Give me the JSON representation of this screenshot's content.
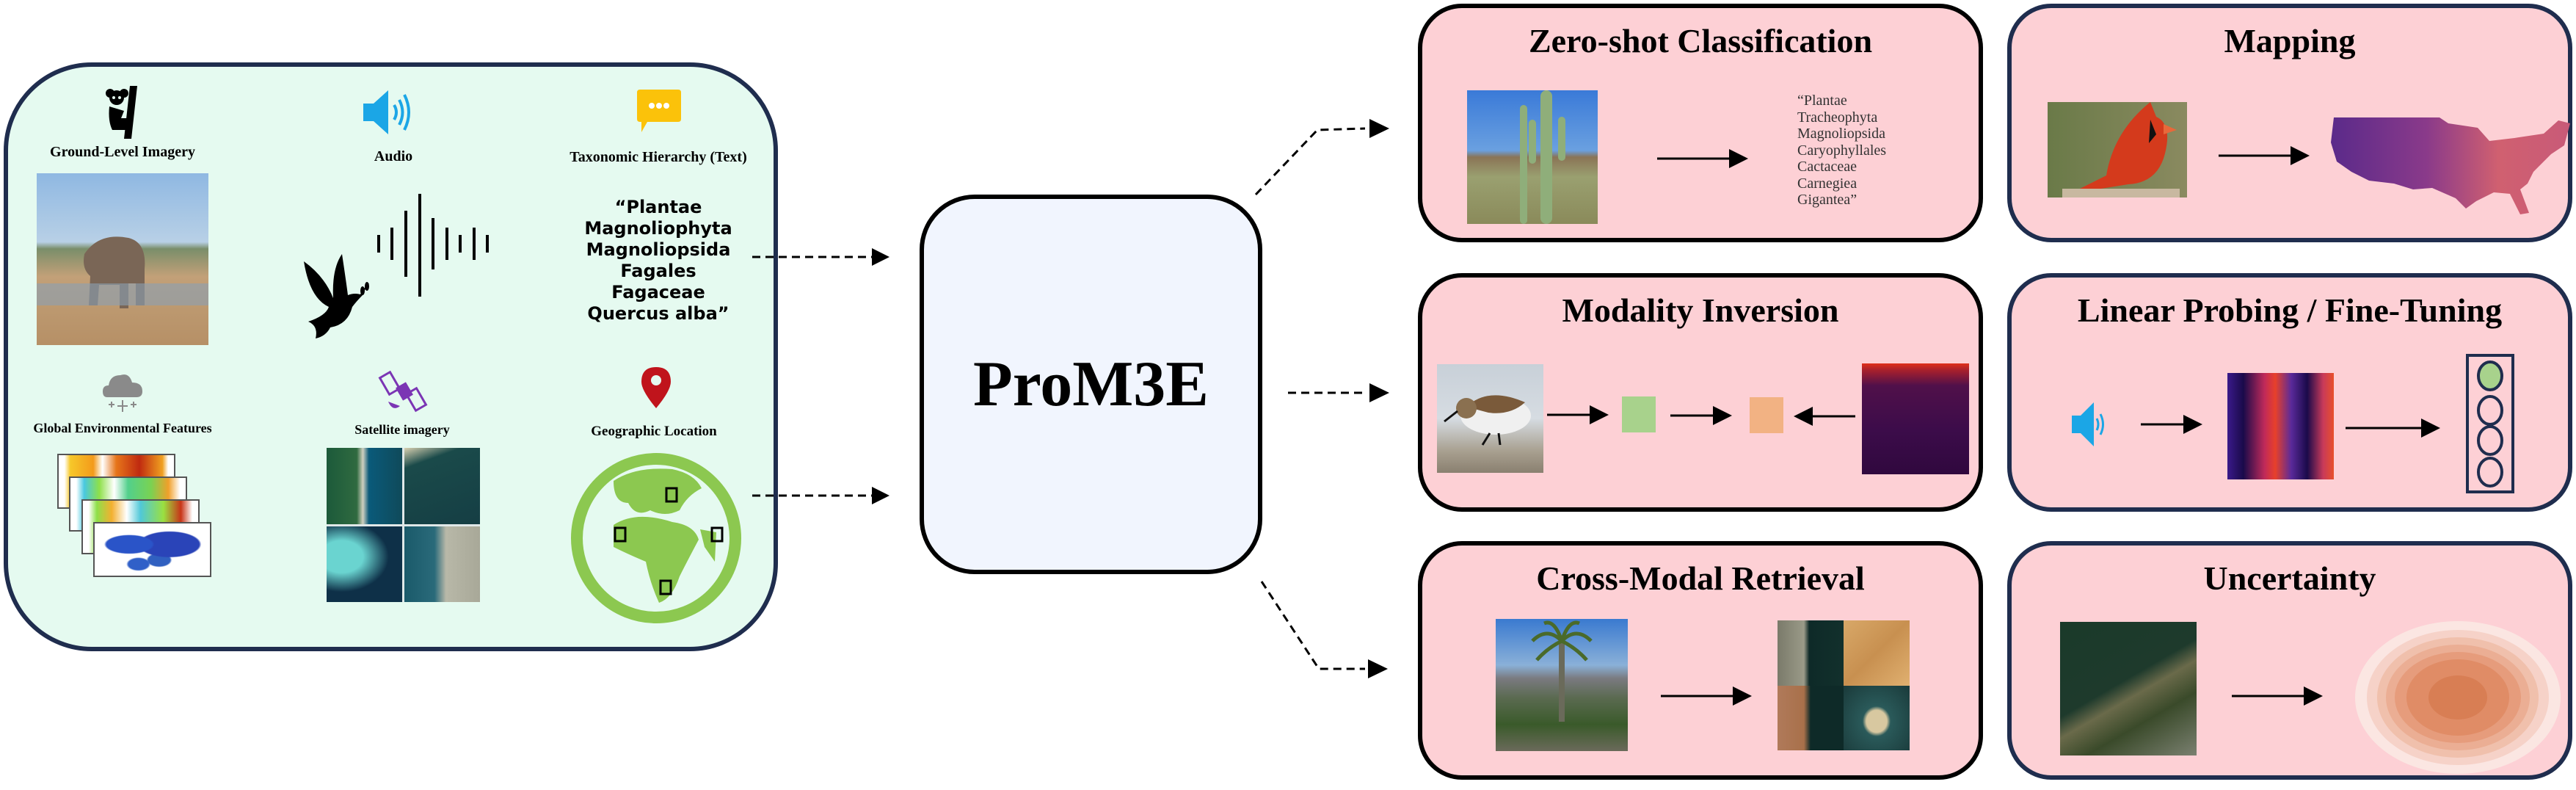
{
  "model": {
    "name": "ProM3E"
  },
  "input_modalities": {
    "ground_level": {
      "label": "Ground-Level Imagery",
      "icon": "koala-icon",
      "image": "elephant-photo"
    },
    "audio": {
      "label": "Audio",
      "icon": "speaker-icon",
      "image": "dove-with-waveform"
    },
    "text": {
      "label": "Taxonomic Hierarchy (Text)",
      "icon": "chat-bubble-icon",
      "lines": [
        "“Plantae",
        "Magnoliophyta",
        "Magnoliopsida",
        "Fagales",
        "Fagaceae",
        "Quercus alba”"
      ]
    },
    "environment": {
      "label": "Global Environmental Features",
      "icon": "snow-cloud-icon",
      "image": "stacked-world-maps"
    },
    "satellite": {
      "label": "Satellite imagery",
      "icon": "satellite-icon",
      "image": "satellite-tiles-2x2"
    },
    "location": {
      "label": "Geographic Location",
      "icon": "map-pin-icon",
      "image": "globe-with-markers"
    }
  },
  "tasks": {
    "zero_shot": {
      "title": "Zero-shot Classification",
      "input": "saguaro-cactus-photo",
      "output_lines": [
        "“Plantae",
        "Tracheophyta",
        "Magnoliopsida",
        "Caryophyllales",
        "Cactaceae",
        "Carnegiea",
        "Gigantea”"
      ]
    },
    "mapping": {
      "title": "Mapping",
      "input": "cardinal-photo",
      "output": "us-distribution-map"
    },
    "modality_inversion": {
      "title": "Modality Inversion",
      "input": "sandpiper-photo",
      "output": "spectrogram"
    },
    "linear_probing": {
      "title": "Linear Probing / Fine-Tuning",
      "input": "speaker-icon",
      "output": "classifier-head",
      "classes": 4,
      "selected_class": 1
    },
    "cross_modal": {
      "title": "Cross-Modal Retrieval",
      "input": "palm-tree-photo",
      "output": "satellite-tiles-2x2"
    },
    "uncertainty": {
      "title": "Uncertainty",
      "input": "satellite-photo",
      "output": "gaussian-ellipse"
    }
  },
  "colors": {
    "input_panel_fill": "#e5faf0",
    "input_panel_border": "#1f2d4e",
    "model_fill": "#f1f5fe",
    "task_fill": "#fdd0d5",
    "embed_green": "#a8d28c",
    "embed_orange": "#f2b283",
    "audio_blue": "#1ba6e6",
    "text_yellow": "#fbc20a",
    "satellite_purple": "#7b35b4",
    "pin_red": "#c0141c",
    "globe_green": "#8cc850"
  }
}
